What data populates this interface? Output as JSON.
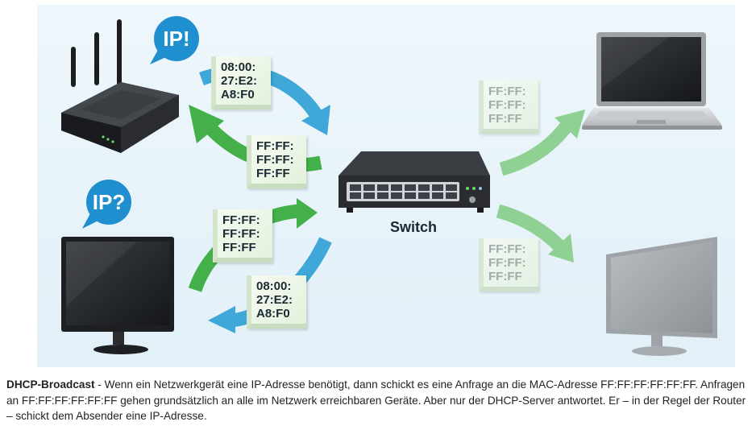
{
  "diagram": {
    "bubble_router": "IP!",
    "bubble_pc": "IP?",
    "switch_label": "Switch",
    "box_router_mac": "08:00:\n27:E2:\nA8:F0",
    "box_to_router": "FF:FF:\nFF:FF:\nFF:FF",
    "box_pc_to_switch": "FF:FF:\nFF:FF:\nFF:FF",
    "box_to_pc": "08:00:\n27:E2:\nA8:F0",
    "box_to_laptop": "FF:FF:\nFF:FF:\nFF:FF",
    "box_to_monitor2": "FF:FF:\nFF:FF:\nFF:FF",
    "colors": {
      "background": "#e9f4fa",
      "blue_arrow": "#3fa8d8",
      "green_arrow": "#44b04a",
      "bubble": "#1f8fcf"
    }
  },
  "caption": {
    "title": "DHCP-Broadcast",
    "text": " - Wenn ein Netzwerkgerät eine IP-Adresse benötigt, dann schickt es eine Anfrage an die MAC-Adresse FF:FF:FF:FF:FF:FF. Anfragen an FF:FF:FF:FF:FF:FF gehen grundsätzlich an alle im Netzwerk erreichbaren Geräte. Aber nur der DHCP-Server antwortet. Er – in der Regel der Router – schickt dem Absender eine IP-Adresse."
  }
}
